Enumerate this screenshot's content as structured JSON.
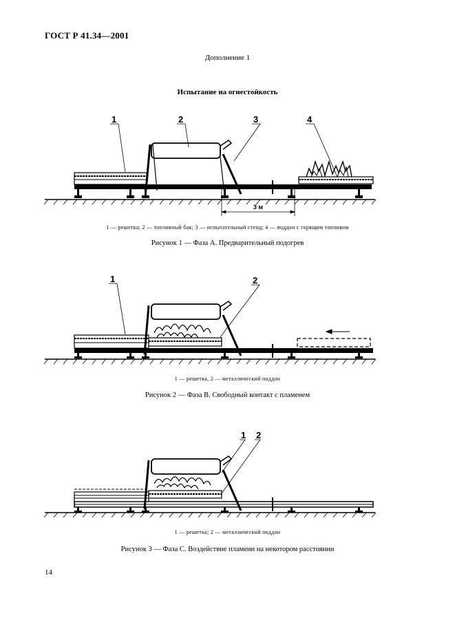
{
  "header": {
    "doc_id": "ГОСТ Р 41.34—2001"
  },
  "supplement": "Дополнение 1",
  "section_title": "Испытание на огнестойкость",
  "figures": [
    {
      "labels": [
        "1",
        "2",
        "3",
        "4"
      ],
      "dimension": "3 м",
      "legend": "1 — решетка; 2 — топливный бак; 3 — испытательный стенд; 4 — поддон с горящим топливом",
      "caption": "Рисунок 1 — Фаза А. Предварительный подогрев"
    },
    {
      "labels": [
        "1",
        "2"
      ],
      "legend": "1 — решетка, 2 — металлический поддон",
      "caption": "Рисунок 2 — Фаза В. Свободный контакт с пламенем"
    },
    {
      "labels": [
        "1",
        "2"
      ],
      "legend": "1 — решетка; 2 — металлический поддон",
      "caption": "Рисунок 3 — Фаза С. Воздействие пламени на некотором расстоянии"
    }
  ],
  "page_number": "14"
}
